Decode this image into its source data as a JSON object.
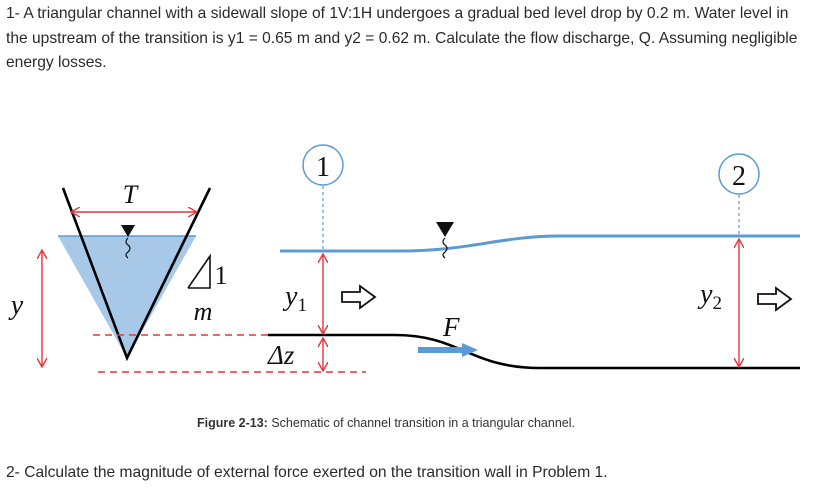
{
  "problem1": {
    "text": "1- A triangular channel with a sidewall slope of 1V:1H undergoes a gradual bed level drop by 0.2 m. Water level in the upstream of the transition is y1 = 0.65 m and y2 = 0.62 m. Calculate the flow discharge, Q. Assuming negligible energy losses."
  },
  "figure": {
    "label_T": "T",
    "label_1_slope": "1",
    "label_m": "m",
    "label_y": "y",
    "label_y1": "y",
    "label_y1_sub": "1",
    "label_y2": "y",
    "label_y2_sub": "2",
    "label_dz": "Δz",
    "label_F": "F",
    "section1": "1",
    "section2": "2",
    "colors": {
      "water": "#a8c8e8",
      "water_line": "#5b9bd5",
      "dimension": "#e8343a",
      "force_arrow": "#5b9bd5",
      "bed": "#000000"
    },
    "caption_label": "Figure 2-13:",
    "caption_text": "Schematic of channel transition in a triangular channel."
  },
  "problem2": {
    "text": "2- Calculate the magnitude of external force exerted on the transition wall in Problem 1."
  }
}
